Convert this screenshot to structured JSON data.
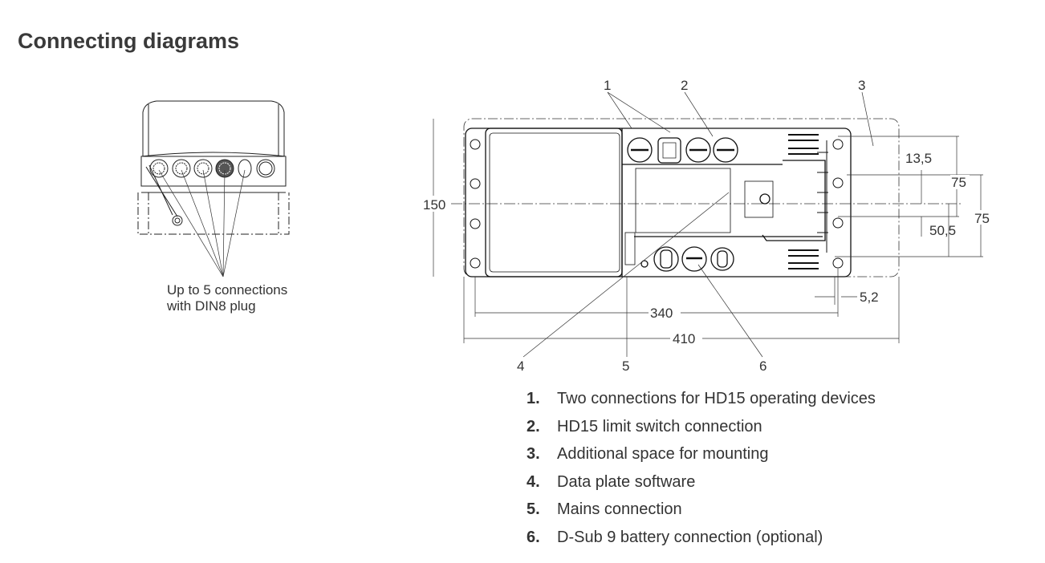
{
  "page_title": "Connecting diagrams",
  "left_figure": {
    "caption_line1": "Up to 5 connections",
    "caption_line2": "with DIN8 plug"
  },
  "right_figure": {
    "callouts": [
      "1",
      "2",
      "3",
      "4",
      "5",
      "6"
    ],
    "dimensions": {
      "height": "150",
      "inner_width": "340",
      "outer_width": "410",
      "offset": "5,2",
      "d13": "13,5",
      "d75a": "75",
      "d75b": "75",
      "d50": "50,5"
    }
  },
  "legend": [
    {
      "num": "1.",
      "text": "Two connections for HD15 operating devices"
    },
    {
      "num": "2.",
      "text": "HD15 limit switch connection"
    },
    {
      "num": "3.",
      "text": "Additional space for mounting"
    },
    {
      "num": "4.",
      "text": "Data plate software"
    },
    {
      "num": "5.",
      "text": "Mains connection"
    },
    {
      "num": "6.",
      "text": "D-Sub 9 battery connection (optional)"
    }
  ]
}
